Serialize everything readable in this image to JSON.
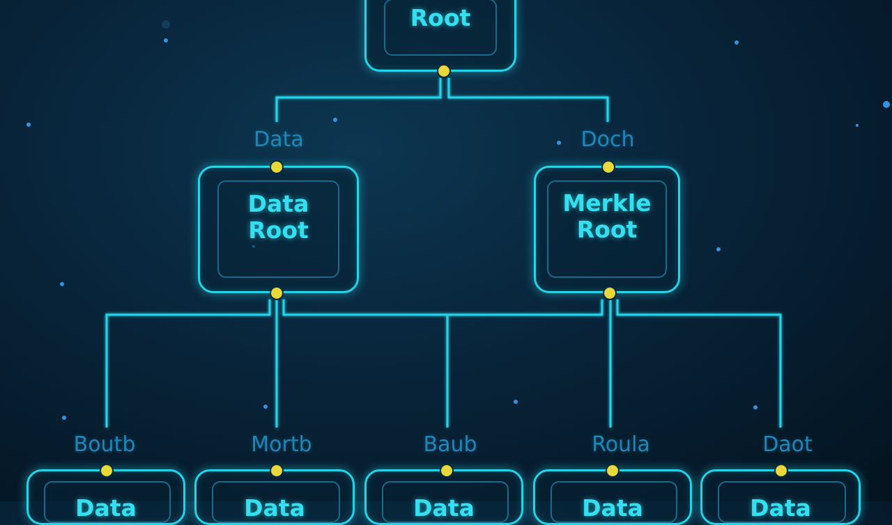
{
  "colors": {
    "background": "#062033",
    "line": "#27d3e6",
    "node_title": "#34dff0",
    "edge_label": "#1f86b5",
    "connector_dot": "#e8d83a"
  },
  "nodes": {
    "root": {
      "title": "Root"
    },
    "data_root": {
      "title": "Data\nRoot"
    },
    "merkle_root": {
      "title": "Merkle\nRoot"
    },
    "leaves": [
      {
        "title": "Data"
      },
      {
        "title": "Data"
      },
      {
        "title": "Data"
      },
      {
        "title": "Data"
      },
      {
        "title": "Data"
      }
    ]
  },
  "labels": {
    "left_branch": "Data",
    "right_branch": "Doch",
    "leaves": [
      "Boutb",
      "Mortb",
      "Baub",
      "Roula",
      "Daot"
    ]
  }
}
